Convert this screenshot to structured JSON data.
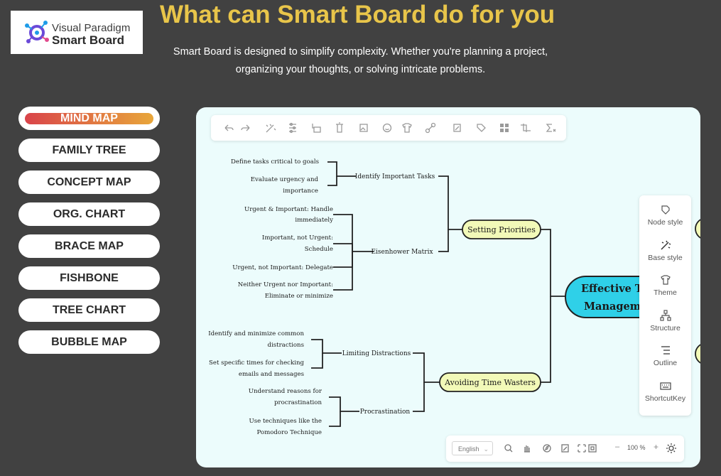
{
  "logo": {
    "line1": "Visual Paradigm",
    "line2": "Smart Board"
  },
  "header": {
    "title": "What can Smart Board do for you",
    "subtitle_line1": "Smart Board is designed to simplify complexity. Whether you're planning a project,",
    "subtitle_line2": "organizing your thoughts, or solving intricate problems."
  },
  "menu": {
    "items": [
      {
        "label": "MIND MAP",
        "active": true
      },
      {
        "label": "FAMILY TREE",
        "active": false
      },
      {
        "label": "CONCEPT MAP",
        "active": false
      },
      {
        "label": "ORG. CHART",
        "active": false
      },
      {
        "label": "BRACE MAP",
        "active": false
      },
      {
        "label": "FISHBONE",
        "active": false
      },
      {
        "label": "TREE CHART",
        "active": false
      },
      {
        "label": "BUBBLE MAP",
        "active": false
      }
    ]
  },
  "colors": {
    "accent": "#e8c54a",
    "background": "#414141",
    "canvas": "#ecfcfc",
    "node_green": "#f2f9b8",
    "central_node": "#2fd0e8"
  },
  "toolbar": {
    "icons": [
      "undo-icon",
      "redo-icon",
      "magic-icon",
      "sliders-icon",
      "layout-icon",
      "trash-icon",
      "image-icon",
      "emoji-icon",
      "shirt-icon",
      "link-icon",
      "note-icon",
      "tag-icon",
      "grid-icon",
      "crop-icon",
      "formula-icon"
    ]
  },
  "side_panel": {
    "items": [
      {
        "label": "Node style",
        "icon": "node-style-icon"
      },
      {
        "label": "Base style",
        "icon": "base-style-icon"
      },
      {
        "label": "Theme",
        "icon": "theme-icon"
      },
      {
        "label": "Structure",
        "icon": "structure-icon"
      },
      {
        "label": "Outline",
        "icon": "outline-icon"
      },
      {
        "label": "ShortcutKey",
        "icon": "keyboard-icon"
      }
    ]
  },
  "bottom_bar": {
    "language": "English",
    "zoom": "100 %",
    "zoom_out": "–",
    "zoom_in": "+"
  },
  "mindmap": {
    "central": {
      "line1": "Effective Ti",
      "line2": "Managemen"
    },
    "branches": [
      {
        "label": "Setting Priorities",
        "children": [
          {
            "label": "Identify Important Tasks",
            "leaves": [
              [
                "Define tasks critical to goals"
              ],
              [
                "Evaluate urgency and",
                "importance"
              ]
            ]
          },
          {
            "label": "Eisenhower Matrix",
            "leaves": [
              [
                "Urgent & Important: Handle",
                "immediately"
              ],
              [
                "Important, not Urgent:",
                "Schedule"
              ],
              [
                "Urgent, not Important: Delegate"
              ],
              [
                "Neither Urgent nor Important:",
                "Eliminate or minimize"
              ]
            ]
          }
        ]
      },
      {
        "label": "Avoiding Time Wasters",
        "children": [
          {
            "label": "Limiting Distractions",
            "leaves": [
              [
                "Identify and minimize common",
                "distractions"
              ],
              [
                "Set specific times for checking",
                "emails and messages"
              ]
            ]
          },
          {
            "label": "Procrastination",
            "leaves": [
              [
                "Understand reasons for",
                "procrastination"
              ],
              [
                "Use techniques like the",
                "Pomodoro Technique"
              ]
            ]
          }
        ]
      }
    ]
  }
}
